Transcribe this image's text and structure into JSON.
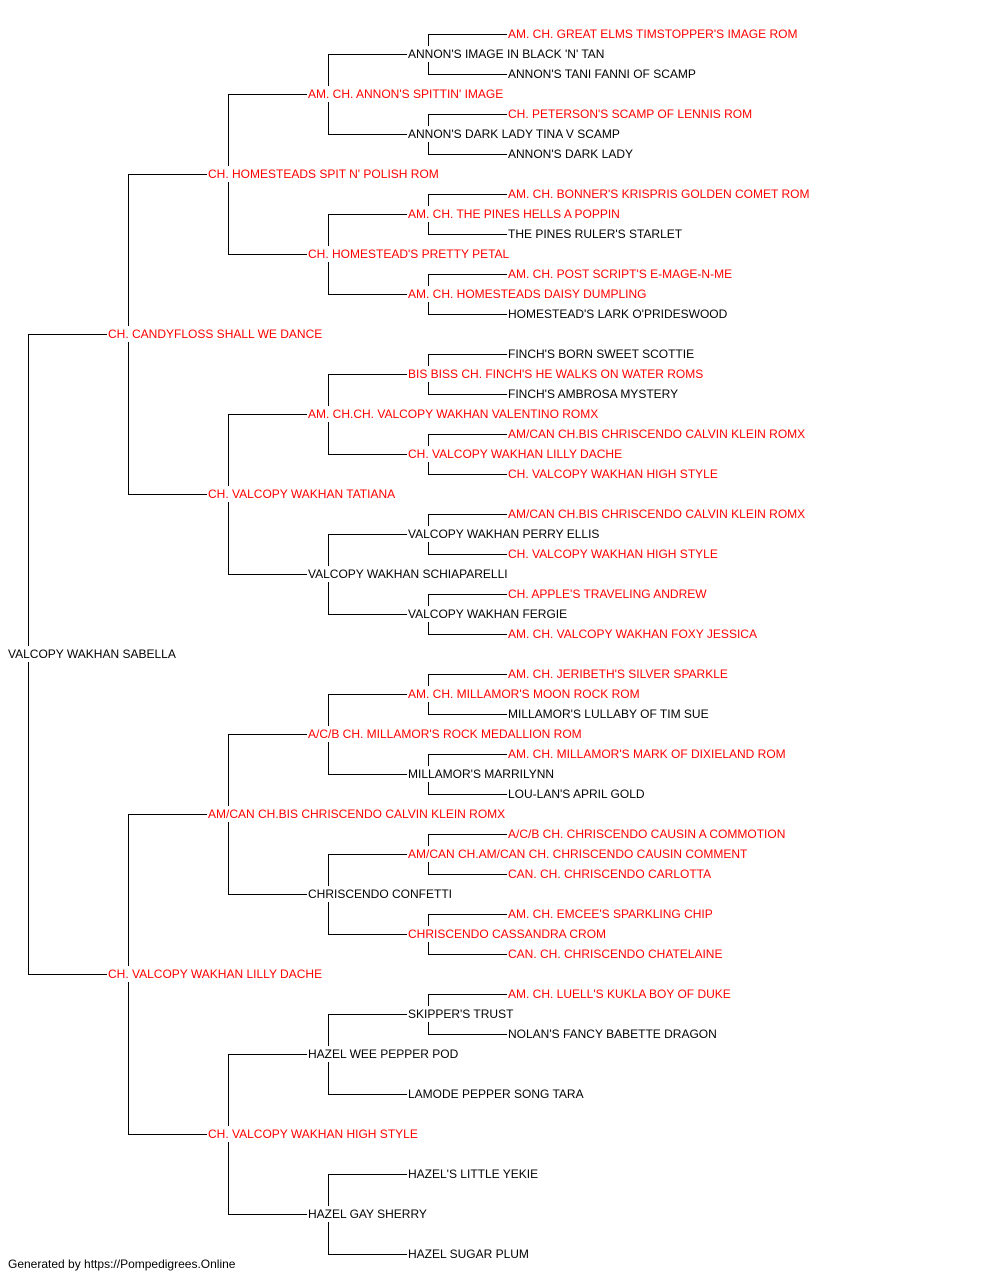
{
  "colors": {
    "champion": "#ff0000",
    "normal": "#000000",
    "line": "#000000"
  },
  "footer": "Generated by https://Pompedigrees.Online",
  "pedigree": {
    "name": "VALCOPY WAKHAN SABELLA",
    "champion": false,
    "sire": {
      "name": "CH. CANDYFLOSS SHALL WE DANCE",
      "champion": true,
      "sire": {
        "name": "CH. HOMESTEADS SPIT N' POLISH ROM",
        "champion": true,
        "sire": {
          "name": "AM. CH. ANNON'S SPITTIN' IMAGE",
          "champion": true,
          "sire": {
            "name": "ANNON'S IMAGE IN BLACK 'N' TAN",
            "champion": false,
            "sire": {
              "name": "AM. CH. GREAT ELMS TIMSTOPPER'S IMAGE ROM",
              "champion": true
            },
            "dam": {
              "name": "ANNON'S TANI FANNI OF SCAMP",
              "champion": false
            }
          },
          "dam": {
            "name": "ANNON'S DARK LADY TINA V SCAMP",
            "champion": false,
            "sire": {
              "name": "CH. PETERSON'S SCAMP OF LENNIS ROM",
              "champion": true
            },
            "dam": {
              "name": "ANNON'S DARK LADY",
              "champion": false
            }
          }
        },
        "dam": {
          "name": "CH. HOMESTEAD'S PRETTY PETAL",
          "champion": true,
          "sire": {
            "name": "AM. CH. THE PINES HELLS A POPPIN",
            "champion": true,
            "sire": {
              "name": "AM. CH. BONNER'S KRISPRIS GOLDEN COMET ROM",
              "champion": true
            },
            "dam": {
              "name": "THE PINES RULER'S STARLET",
              "champion": false
            }
          },
          "dam": {
            "name": "AM. CH. HOMESTEADS DAISY DUMPLING",
            "champion": true,
            "sire": {
              "name": "AM. CH. POST SCRIPT'S E-MAGE-N-ME",
              "champion": true
            },
            "dam": {
              "name": "HOMESTEAD'S LARK O'PRIDESWOOD",
              "champion": false
            }
          }
        }
      },
      "dam": {
        "name": "CH. VALCOPY WAKHAN TATIANA",
        "champion": true,
        "sire": {
          "name": "AM. CH.CH. VALCOPY WAKHAN VALENTINO ROMX",
          "champion": true,
          "sire": {
            "name": "BIS BISS CH. FINCH'S HE WALKS ON WATER ROMS",
            "champion": true,
            "sire": {
              "name": "FINCH'S BORN SWEET SCOTTIE",
              "champion": false
            },
            "dam": {
              "name": "FINCH'S AMBROSA MYSTERY",
              "champion": false
            }
          },
          "dam": {
            "name": "CH. VALCOPY WAKHAN LILLY DACHE",
            "champion": true,
            "sire": {
              "name": "AM/CAN CH.BIS CHRISCENDO CALVIN KLEIN ROMX",
              "champion": true
            },
            "dam": {
              "name": "CH. VALCOPY WAKHAN HIGH STYLE",
              "champion": true
            }
          }
        },
        "dam": {
          "name": "VALCOPY WAKHAN SCHIAPARELLI",
          "champion": false,
          "sire": {
            "name": "VALCOPY WAKHAN PERRY ELLIS",
            "champion": false,
            "sire": {
              "name": "AM/CAN CH.BIS CHRISCENDO CALVIN KLEIN ROMX",
              "champion": true
            },
            "dam": {
              "name": "CH. VALCOPY WAKHAN HIGH STYLE",
              "champion": true
            }
          },
          "dam": {
            "name": "VALCOPY WAKHAN FERGIE",
            "champion": false,
            "sire": {
              "name": "CH. APPLE'S TRAVELING ANDREW",
              "champion": true
            },
            "dam": {
              "name": "AM. CH. VALCOPY WAKHAN FOXY JESSICA",
              "champion": true
            }
          }
        }
      }
    },
    "dam": {
      "name": "CH. VALCOPY WAKHAN LILLY DACHE",
      "champion": true,
      "sire": {
        "name": "AM/CAN CH.BIS CHRISCENDO CALVIN KLEIN ROMX",
        "champion": true,
        "sire": {
          "name": "A/C/B CH. MILLAMOR'S ROCK MEDALLION ROM",
          "champion": true,
          "sire": {
            "name": "AM. CH. MILLAMOR'S MOON ROCK ROM",
            "champion": true,
            "sire": {
              "name": "AM. CH. JERIBETH'S SILVER SPARKLE",
              "champion": true
            },
            "dam": {
              "name": "MILLAMOR'S LULLABY OF TIM SUE",
              "champion": false
            }
          },
          "dam": {
            "name": "MILLAMOR'S MARRILYNN",
            "champion": false,
            "sire": {
              "name": "AM. CH. MILLAMOR'S MARK OF DIXIELAND ROM",
              "champion": true
            },
            "dam": {
              "name": "LOU-LAN'S APRIL GOLD",
              "champion": false
            }
          }
        },
        "dam": {
          "name": "CHRISCENDO CONFETTI",
          "champion": false,
          "sire": {
            "name": "AM/CAN CH.AM/CAN CH. CHRISCENDO CAUSIN COMMENT",
            "champion": true,
            "sire": {
              "name": "A/C/B CH. CHRISCENDO CAUSIN A COMMOTION",
              "champion": true
            },
            "dam": {
              "name": "CAN. CH. CHRISCENDO CARLOTTA",
              "champion": true
            }
          },
          "dam": {
            "name": "CHRISCENDO CASSANDRA CROM",
            "champion": true,
            "sire": {
              "name": "AM. CH. EMCEE'S SPARKLING CHIP",
              "champion": true
            },
            "dam": {
              "name": "CAN. CH. CHRISCENDO CHATELAINE",
              "champion": true
            }
          }
        }
      },
      "dam": {
        "name": "CH. VALCOPY WAKHAN HIGH STYLE",
        "champion": true,
        "sire": {
          "name": "HAZEL WEE PEPPER POD",
          "champion": false,
          "sire": {
            "name": "SKIPPER'S TRUST",
            "champion": false,
            "sire": {
              "name": "AM. CH. LUELL'S KUKLA BOY OF DUKE",
              "champion": true
            },
            "dam": {
              "name": "NOLAN'S FANCY BABETTE DRAGON",
              "champion": false
            }
          },
          "dam": {
            "name": "LAMODE PEPPER SONG TARA",
            "champion": false
          }
        },
        "dam": {
          "name": "HAZEL GAY SHERRY",
          "champion": false,
          "sire": {
            "name": "HAZEL'S LITTLE YEKIE",
            "champion": false
          },
          "dam": {
            "name": "HAZEL SUGAR PLUM",
            "champion": false
          }
        }
      }
    }
  }
}
